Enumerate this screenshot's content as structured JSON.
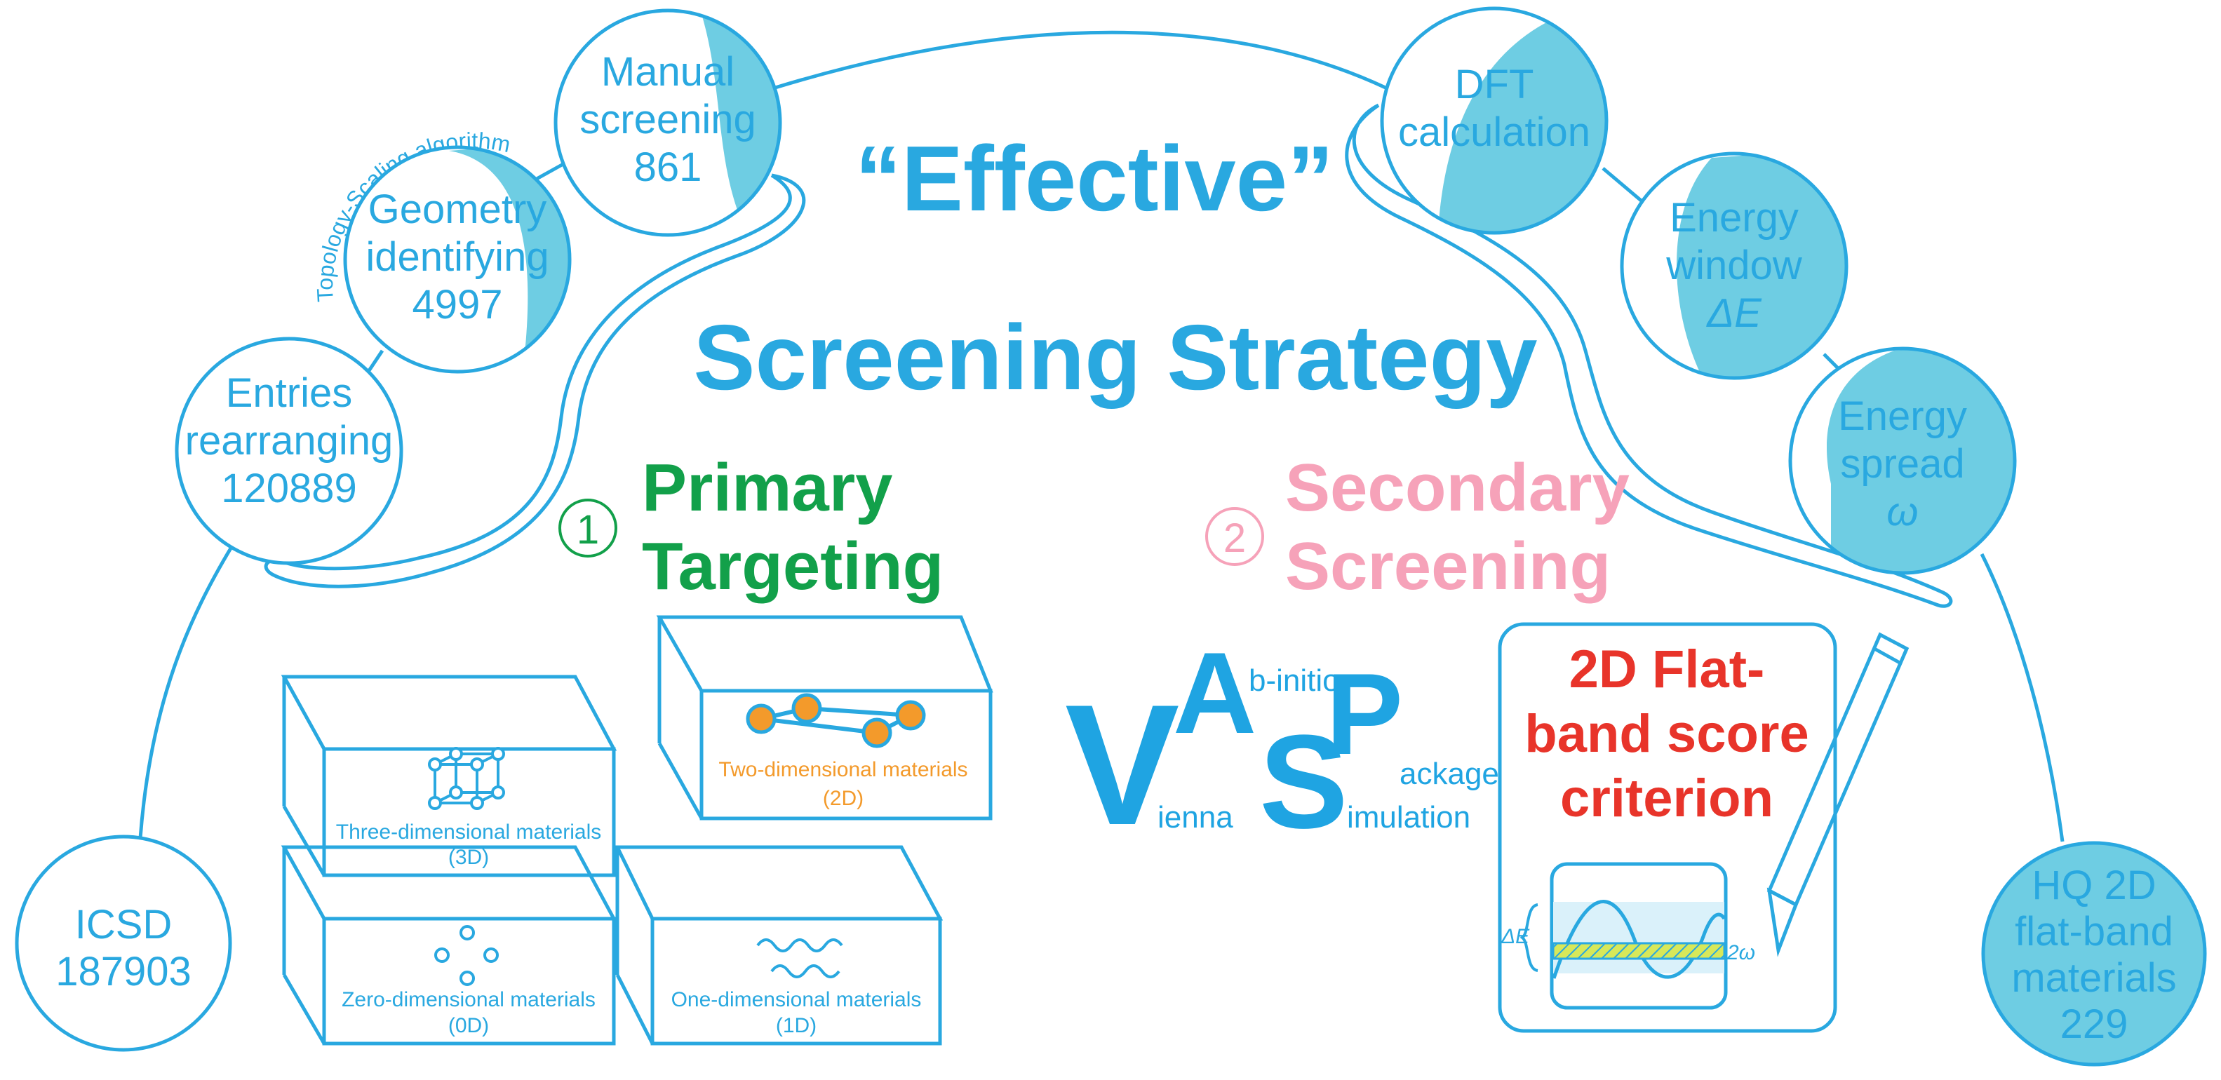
{
  "title": {
    "line1": "“Effective”",
    "line2": "Screening Strategy"
  },
  "steps": [
    {
      "number": "1",
      "line1": "Primary",
      "line2": "Targeting"
    },
    {
      "number": "2",
      "line1": "Secondary",
      "line2": "Screening"
    }
  ],
  "circles": {
    "icsd": {
      "line1": "ICSD",
      "line2": "187903"
    },
    "entries": {
      "line1": "Entries",
      "line2": "rearranging",
      "line3": "120889"
    },
    "geometry": {
      "line1": "Geometry",
      "line2": "identifying",
      "line3": "4997"
    },
    "manual": {
      "line1": "Manual",
      "line2": "screening",
      "line3": "861"
    },
    "dft": {
      "line1": "DFT",
      "line2": "calculation"
    },
    "energy_window": {
      "line1": "Energy",
      "line2": "window",
      "line3": "ΔE"
    },
    "energy_spread": {
      "line1": "Energy",
      "line2": "spread",
      "line3": "ω"
    },
    "hq": {
      "line1": "HQ 2D",
      "line2": "flat-band",
      "line3": "materials",
      "line4": "229"
    }
  },
  "algorithm_label": "Topology-Scaling algorithm",
  "boxes": {
    "three_d": {
      "line1": "Three-dimensional materials",
      "line2": "(3D)"
    },
    "two_d": {
      "line1": "Two-dimensional materials",
      "line2": "(2D)"
    },
    "zero_d": {
      "line1": "Zero-dimensional materials",
      "line2": "(0D)"
    },
    "one_d": {
      "line1": "One-dimensional materials",
      "line2": "(1D)"
    }
  },
  "vasp": {
    "V": "V",
    "A": "A",
    "S": "S",
    "P": "P",
    "vienna": "ienna",
    "abinitio": "b-initio",
    "package": "ackage",
    "simulation": "imulation"
  },
  "criterion": {
    "line1": "2D Flat-",
    "line2": "band score",
    "line3": "criterion",
    "delta_e": "ΔE",
    "two_omega": "2ω"
  },
  "colors": {
    "blue": "#29a8e0",
    "fill": "#6ecde3",
    "green": "#12a04a",
    "pink": "#f6a2b9",
    "red": "#e8342a",
    "orange": "#f39a2b"
  }
}
